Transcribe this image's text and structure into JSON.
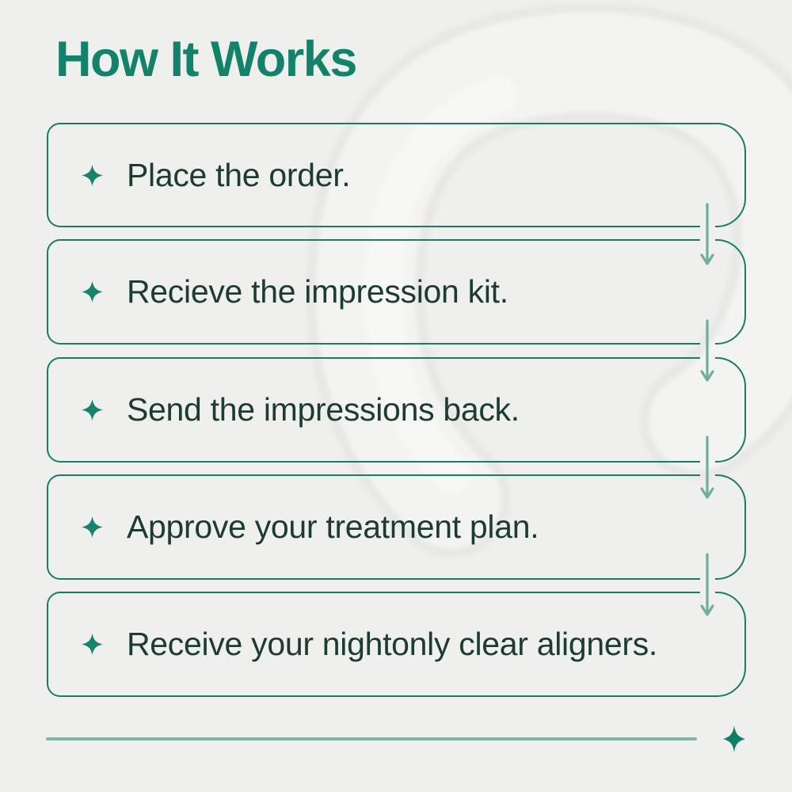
{
  "page": {
    "title": "How It Works",
    "background_color": "#EFEFED",
    "background_image": "clear-aligner-photo",
    "title_color": "#12826B",
    "box_border_color": "#177D68",
    "arrow_color": "#6FAD9E",
    "step_text_color": "#1C3B33",
    "step_bullet_color": "#17836C",
    "divider_color": "#7DB7A9",
    "divider_sparkle_color": "#0F7E66"
  },
  "icons": {
    "step_bullet": "sparkle-icon",
    "divider_end": "sparkle-icon"
  },
  "steps": [
    {
      "label": "Place the order."
    },
    {
      "label": "Recieve the impression kit."
    },
    {
      "label": "Send the impressions back."
    },
    {
      "label": "Approve your treatment plan."
    },
    {
      "label": "Receive your nightonly clear aligners."
    }
  ]
}
